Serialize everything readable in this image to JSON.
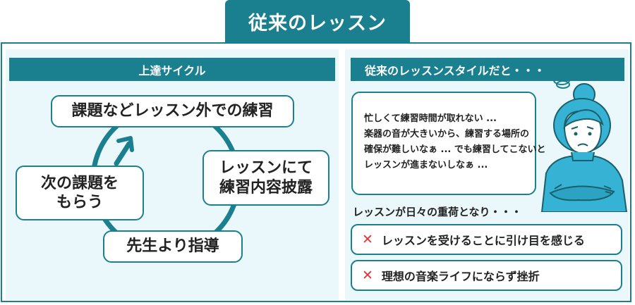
{
  "title": "従来のレッスン",
  "cycle": {
    "header": "上達サイクル",
    "steps": [
      "課題などレッスン外での練習",
      "レッスンにて\n練習内容披露",
      "先生より指導",
      "次の課題を\nもらう"
    ]
  },
  "style": {
    "header": "従来のレッスンスタイルだと・・・",
    "thoughts": [
      "忙しくて練習時間が取れない ...",
      "楽器の音が大きいから、練習する場所の",
      "確保が難しいなぁ ... でも練習してこないと",
      "レッスンが進まないしなぁ ..."
    ],
    "result_title": "レッスンが日々の重荷となり・・・",
    "results": [
      "レッスンを受けることに引け目を感じる",
      "理想の音楽ライフにならず挫折"
    ],
    "x_symbol": "✕"
  },
  "icons": {
    "person": "worried-person-illustration",
    "arrow": "cycle-arrow-icon",
    "cross": "x-mark-icon"
  },
  "colors": {
    "accent": "#1a7f8e",
    "panel_bg": "#eaf7fb",
    "cross": "#e0343a",
    "skin": "#36b3d4"
  }
}
